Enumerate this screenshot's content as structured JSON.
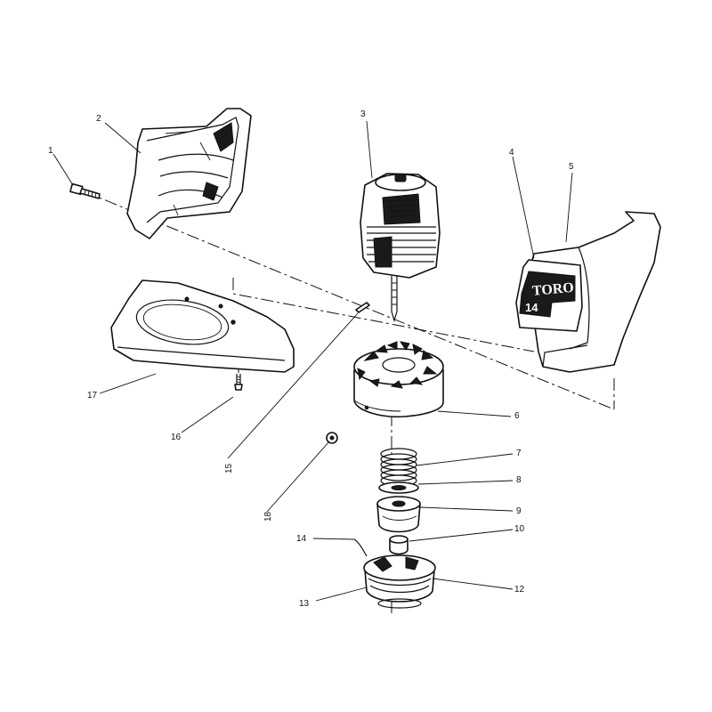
{
  "callouts": [
    {
      "id": "1",
      "text": "1"
    },
    {
      "id": "2",
      "text": "2"
    },
    {
      "id": "3",
      "text": "3"
    },
    {
      "id": "4",
      "text": "4"
    },
    {
      "id": "5",
      "text": "5"
    },
    {
      "id": "6",
      "text": "6"
    },
    {
      "id": "7",
      "text": "7"
    },
    {
      "id": "8",
      "text": "8"
    },
    {
      "id": "9",
      "text": "9"
    },
    {
      "id": "10",
      "text": "10"
    },
    {
      "id": "12",
      "text": "12"
    },
    {
      "id": "13",
      "text": "13"
    },
    {
      "id": "14",
      "text": "14"
    },
    {
      "id": "15",
      "text": "15"
    },
    {
      "id": "16",
      "text": "16"
    },
    {
      "id": "17",
      "text": "17"
    },
    {
      "id": "18",
      "text": "18"
    }
  ],
  "decal": {
    "brand": "TORO",
    "model": "14"
  }
}
